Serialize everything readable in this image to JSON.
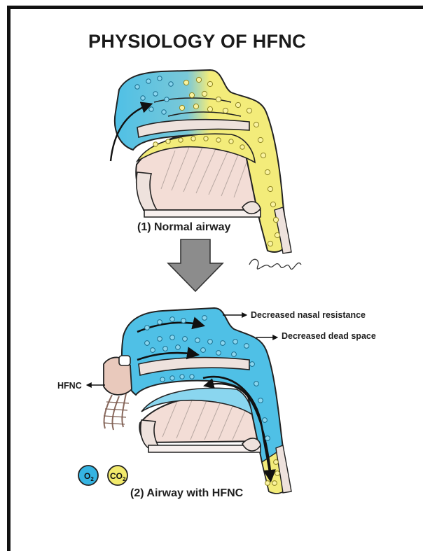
{
  "title": "PHYSIOLOGY OF HFNC",
  "panel1": {
    "caption": "(1) Normal airway"
  },
  "panel2": {
    "caption": "(2) Airway with HFNC",
    "annotations": {
      "nasal_resistance": "Decreased nasal resistance",
      "dead_space": "Decreased dead space",
      "device": "HFNC"
    }
  },
  "legend": [
    {
      "label_main": "O",
      "label_sub": "2",
      "color": "#35b4e2"
    },
    {
      "label_main": "CO",
      "label_sub": "2",
      "color": "#f2ea6c"
    }
  ],
  "signature": "Pragya",
  "colors": {
    "oxygen": "#4fc0e6",
    "carbon_dioxide": "#f3ec7a",
    "tissue": "#f3ddd6",
    "arrow_gray": "#8c8c8c"
  }
}
